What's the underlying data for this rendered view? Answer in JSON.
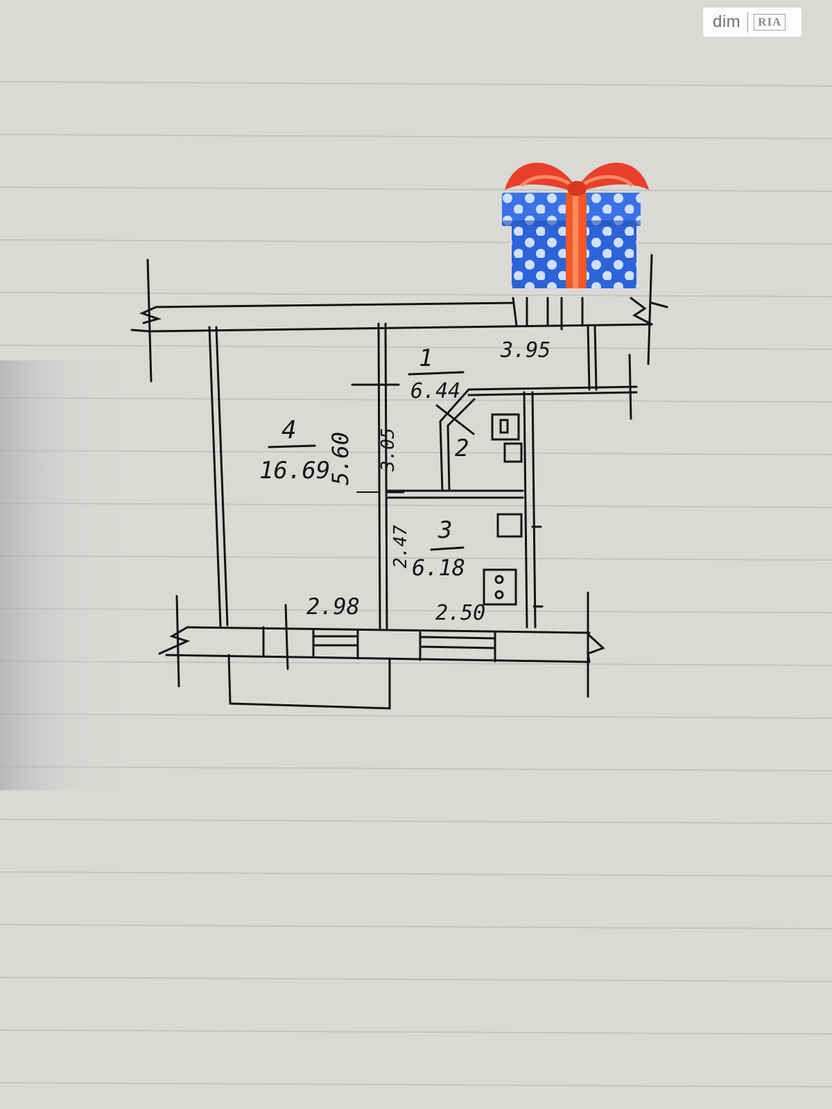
{
  "watermark": {
    "brand": "dim",
    "mark": "RIA"
  },
  "plan": {
    "rooms": [
      {
        "number": "4",
        "area": "16.69"
      },
      {
        "number": "1",
        "area": "6.44"
      },
      {
        "number": "2"
      },
      {
        "number": "3",
        "area": "6.18"
      }
    ],
    "dimensions": {
      "corridor_width": "3.95",
      "room4_width": "2.98",
      "room4_length": "5.60",
      "corridor_length": "3.05",
      "kitchen_width": "2.50",
      "kitchen_length": "2.47"
    }
  },
  "colors": {
    "paper": "#d6d6d3",
    "ink": "#141414",
    "gift_box": "#2d63d8",
    "gift_ribbon": "#f0582a"
  },
  "icons": [
    "gift-box-icon",
    "dim-ria-logo"
  ]
}
